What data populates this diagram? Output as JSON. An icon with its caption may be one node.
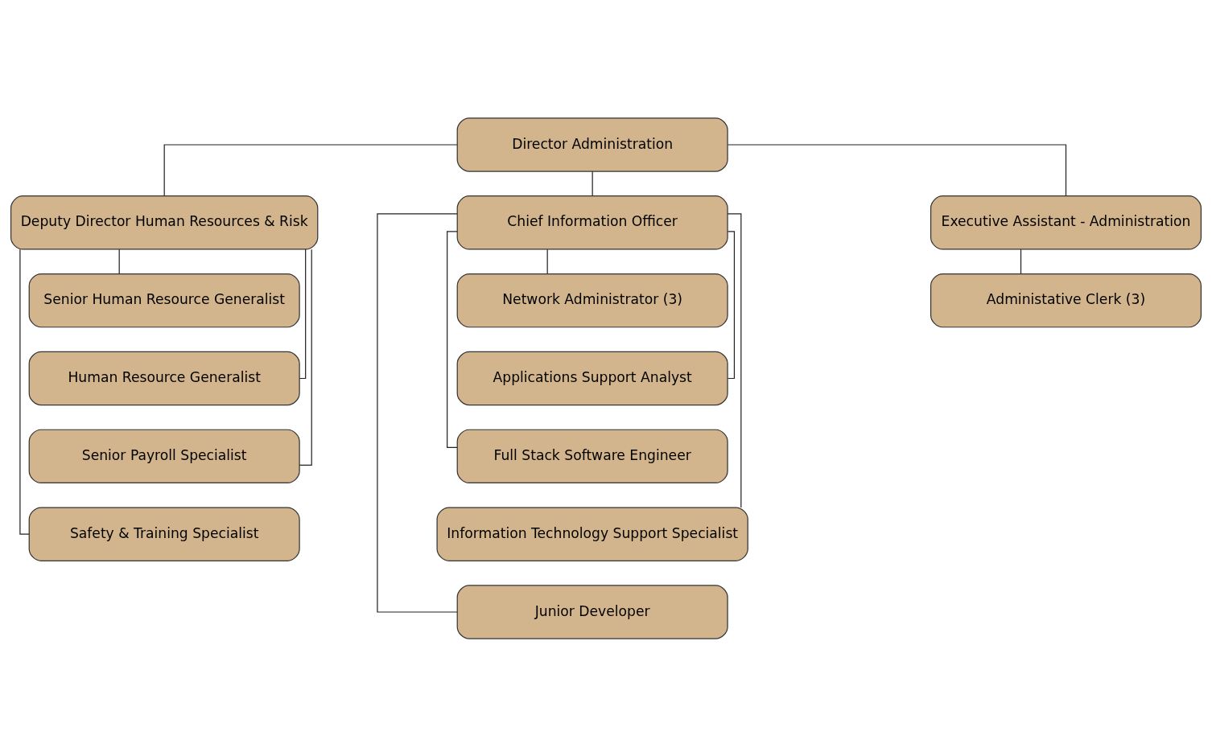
{
  "diagram": {
    "nodes": [
      {
        "text": [
          "Director Administration"
        ]
      },
      {
        "text": [
          "Deputy Director Human Resources & Risk"
        ]
      },
      {
        "text": [
          "Chief Information Officer"
        ]
      },
      {
        "text": [
          "Executive Assistant - Administration"
        ]
      },
      {
        "text": [
          "Senior Human Resource Generalist"
        ]
      },
      {
        "text": [
          "Human Resource Generalist"
        ]
      },
      {
        "text": [
          "Senior Payroll Specialist"
        ]
      },
      {
        "text": [
          "Safety & Training Specialist"
        ]
      },
      {
        "text": [
          "Network Administrator (3)"
        ]
      },
      {
        "text": [
          "Applications Support Analyst"
        ]
      },
      {
        "text": [
          "Full Stack Software Engineer"
        ]
      },
      {
        "text": [
          "Information Technology Support Specialist"
        ]
      },
      {
        "text": [
          "Junior Developer"
        ]
      },
      {
        "text": [
          "Administative Clerk (3)"
        ]
      }
    ],
    "edges": [
      {
        "from": 0,
        "to": 1,
        "arrow": "none"
      },
      {
        "from": 0,
        "to": 2,
        "arrow": "none"
      },
      {
        "from": 0,
        "to": 3,
        "arrow": "none"
      },
      {
        "from": 1,
        "to": 4,
        "arrow": "none"
      },
      {
        "from": 1,
        "to": 5,
        "arrow": "none"
      },
      {
        "from": 1,
        "to": 6,
        "arrow": "none"
      },
      {
        "from": 1,
        "to": 7,
        "arrow": "none"
      },
      {
        "from": 2,
        "to": 8,
        "arrow": "none"
      },
      {
        "from": 2,
        "to": 9,
        "arrow": "none"
      },
      {
        "from": 2,
        "to": 10,
        "arrow": "none"
      },
      {
        "from": 2,
        "to": 11,
        "arrow": "none"
      },
      {
        "from": 2,
        "to": 12,
        "arrow": "none"
      },
      {
        "from": 3,
        "to": 13,
        "arrow": "none"
      }
    ]
  }
}
